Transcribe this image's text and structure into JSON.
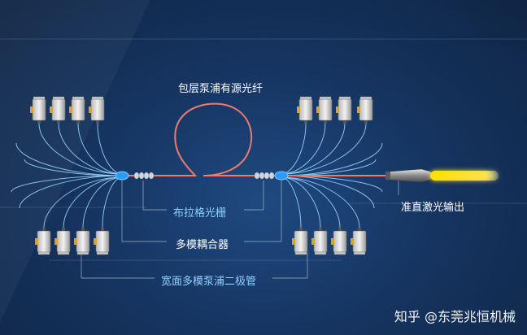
{
  "labels": {
    "active_fiber": "包层泵浦有源光纤",
    "bragg_grating": "布拉格光栅",
    "coupler": "多模耦合器",
    "pump_diodes": "宽面多模泵浦二极管",
    "output": "准直激光输出"
  },
  "watermark": "知乎 @东莞兆恒机械",
  "colors": {
    "fiber": "#f07a6e",
    "pump_fiber": "#9fd8ff",
    "coupler": "#2a9bff",
    "beam": "#ffd400",
    "label_blue": "#8fd0ff"
  }
}
